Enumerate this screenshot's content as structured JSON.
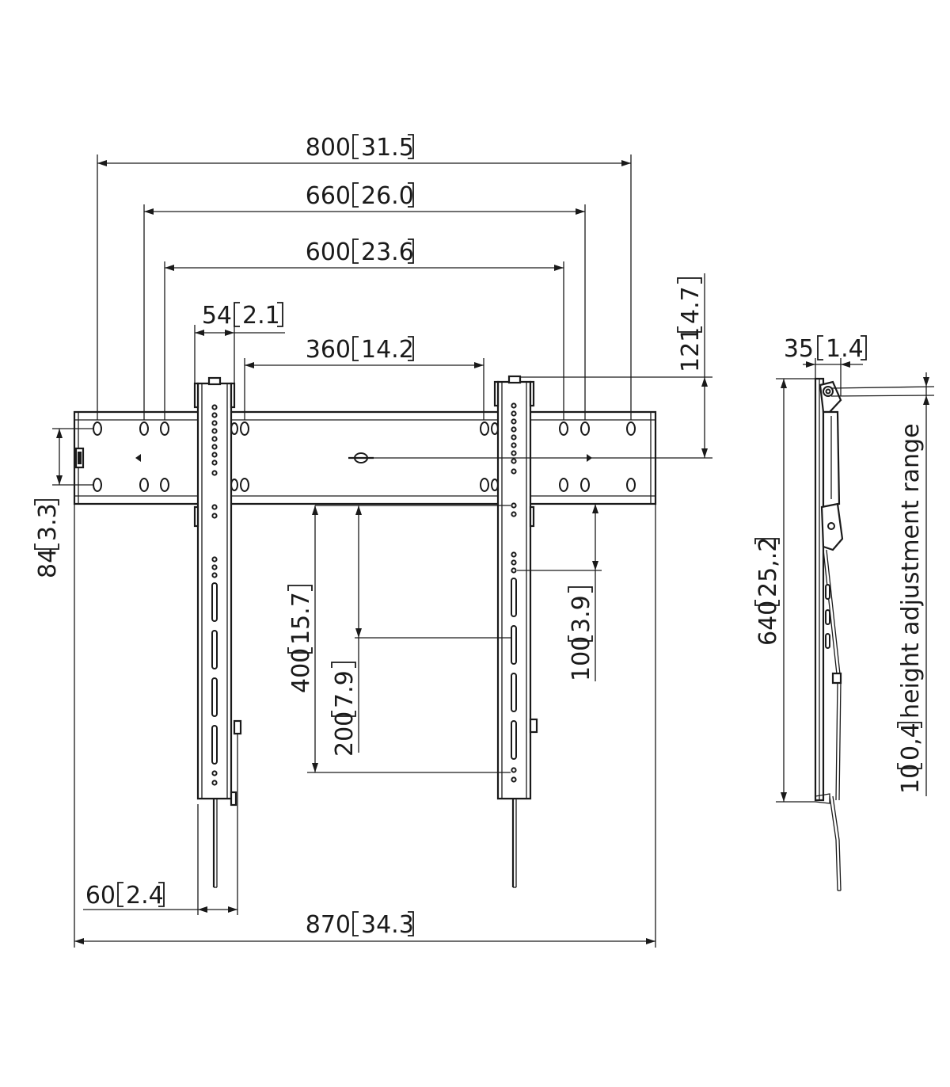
{
  "dimensions": {
    "d800": {
      "mm": "800",
      "in": "31.5"
    },
    "d660": {
      "mm": "660",
      "in": "26.0"
    },
    "d600": {
      "mm": "600",
      "in": "23.6"
    },
    "d54": {
      "mm": "54",
      "in": "2.1"
    },
    "d360": {
      "mm": "360",
      "in": "14.2"
    },
    "d121": {
      "mm": "121",
      "in": "4.7"
    },
    "d84": {
      "mm": "84",
      "in": "3.3"
    },
    "d400": {
      "mm": "400",
      "in": "15.7"
    },
    "d200": {
      "mm": "200",
      "in": "7.9"
    },
    "d100": {
      "mm": "100",
      "in": "3.9"
    },
    "d60": {
      "mm": "60",
      "in": "2.4"
    },
    "d870": {
      "mm": "870",
      "in": "34.3"
    },
    "d35": {
      "mm": "35",
      "in": "1.4"
    },
    "d640": {
      "mm": "640",
      "in": "25,.2"
    },
    "d10": {
      "mm": "10",
      "in": "0,4",
      "note": "height adjustment range"
    }
  }
}
